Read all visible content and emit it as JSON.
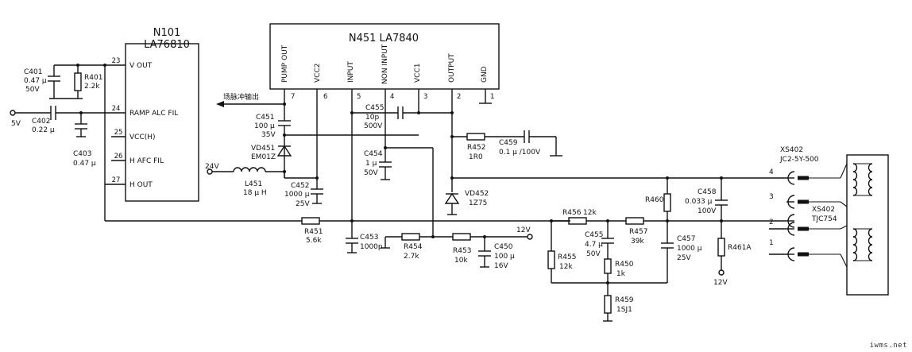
{
  "ic_n101": {
    "ref": "N101",
    "part": "LA76810",
    "pins": [
      {
        "num": "23",
        "name": "V OUT"
      },
      {
        "num": "24",
        "name": "RAMP ALC FIL"
      },
      {
        "num": "25",
        "name": "VCC(H)"
      },
      {
        "num": "26",
        "name": "H AFC FIL"
      },
      {
        "num": "27",
        "name": "H OUT"
      }
    ]
  },
  "ic_n451": {
    "title": "N451  LA7840",
    "pins": [
      {
        "num": "7",
        "name": "PUMP OUT"
      },
      {
        "num": "6",
        "name": "VCC2"
      },
      {
        "num": "5",
        "name": "INPUT"
      },
      {
        "num": "4",
        "name": "NON INPUT"
      },
      {
        "num": "3",
        "name": "VCC1"
      },
      {
        "num": "2",
        "name": "OUTPUT"
      },
      {
        "num": "1",
        "name": "GND"
      }
    ]
  },
  "components": {
    "c401": [
      "C401",
      "0.47 μ",
      "50V"
    ],
    "r401": [
      "R401",
      "2.2k"
    ],
    "c402": [
      "C402",
      "0.22 μ"
    ],
    "c403": [
      "C403",
      "0.47 μ"
    ],
    "c451": [
      "C451",
      "100 μ",
      "35V"
    ],
    "vd451": [
      "VD451",
      "EM01Z"
    ],
    "l451": [
      "L451",
      "18 μ H"
    ],
    "c452": [
      "C452",
      "1000 μ",
      "25V"
    ],
    "c455": [
      "C455",
      "10p",
      "500V"
    ],
    "c454": [
      "C454",
      "1 μ",
      "50V"
    ],
    "r452": [
      "R452",
      "1R0"
    ],
    "c459": [
      "C459",
      "0.1 μ /100V"
    ],
    "vd452": [
      "VD452",
      "1Z75"
    ],
    "r451": [
      "R451",
      "5.6k"
    ],
    "c453": [
      "C453",
      "1000p"
    ],
    "r454": [
      "R454",
      "2.7k"
    ],
    "r453": [
      "R453",
      "10k"
    ],
    "c450": [
      "C450",
      "100 μ",
      "16V"
    ],
    "r456": [
      "R456",
      "12k"
    ],
    "c4552": [
      "C455",
      "4.7 μ",
      "50V"
    ],
    "r457": [
      "R457",
      "39k"
    ],
    "r455": [
      "R455",
      "12k"
    ],
    "r450": [
      "R450",
      "1k"
    ],
    "r459": [
      "R459",
      "1SJ1"
    ],
    "r460": [
      "R460"
    ],
    "c458": [
      "C458",
      "0.033 μ",
      "100V"
    ],
    "c457": [
      "C457",
      "1000 μ",
      "25V"
    ],
    "r461a": [
      "R461A"
    ]
  },
  "supplies": {
    "v5": "5V",
    "v24": "24V",
    "v12a": "12V",
    "v12b": "12V"
  },
  "arrow_label": "场脉冲输出",
  "connector": {
    "ref": "XS402",
    "part": "JC2-5Y-500",
    "ref2": "XS402",
    "part2": "TJC754",
    "pins": [
      "4",
      "3",
      "2",
      "1"
    ]
  },
  "watermark": "iwms.net"
}
